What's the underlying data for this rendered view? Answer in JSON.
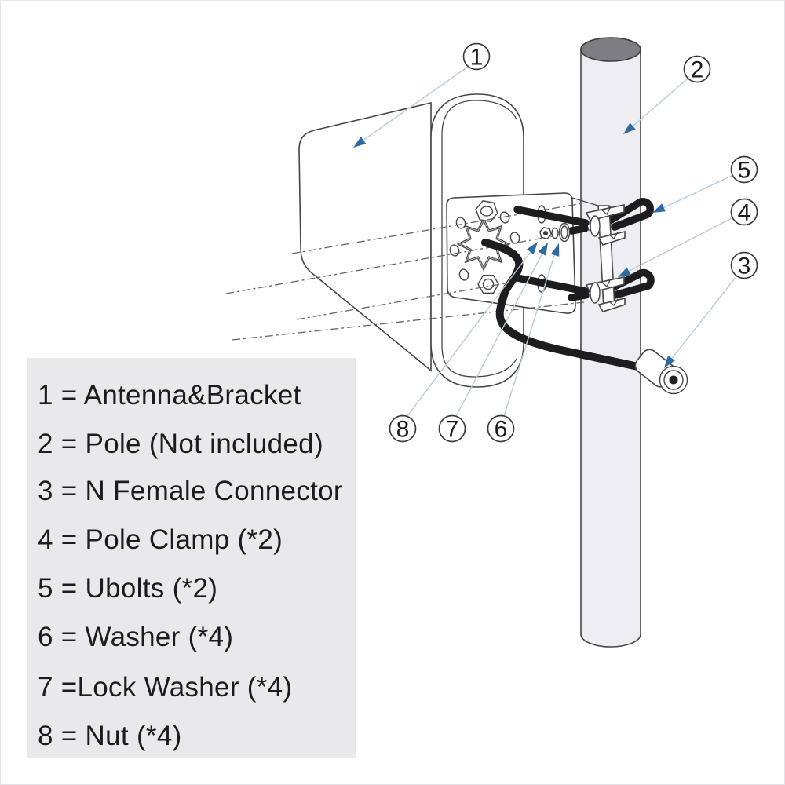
{
  "figure": {
    "type": "exploded-assembly-diagram",
    "subject": "Directional panel antenna pole-mount hardware kit installation diagram"
  },
  "callouts": [
    {
      "label": "1",
      "target": "Antenna&Bracket"
    },
    {
      "label": "2",
      "target": "Pole (Not included)"
    },
    {
      "label": "3",
      "target": "N Female Connector"
    },
    {
      "label": "4",
      "target": "Pole Clamp"
    },
    {
      "label": "5",
      "target": "Ubolts"
    },
    {
      "label": "6",
      "target": "Washer"
    },
    {
      "label": "7",
      "target": "Lock Washer"
    },
    {
      "label": "8",
      "target": "Nut"
    }
  ],
  "legend": {
    "items": [
      "1 = Antenna&Bracket",
      "2 = Pole (Not included)",
      "3 = N Female Connector",
      "4 = Pole Clamp (*2)",
      "5 = Ubolts (*2)",
      "6 = Washer (*4)",
      "7 =Lock Washer (*4)",
      "8 = Nut (*4)"
    ]
  },
  "colors": {
    "background": "#ffffff",
    "legend_background": "#e9e9eb",
    "line": "#45464a",
    "black_parts": "#1d1d1f",
    "pole_body": "#eeeef2",
    "pole_cap": "#7d7d82",
    "leader_line": "#b9cbd8",
    "arrow_blue": "#2f6ba0",
    "text": "#1c1c1e"
  }
}
